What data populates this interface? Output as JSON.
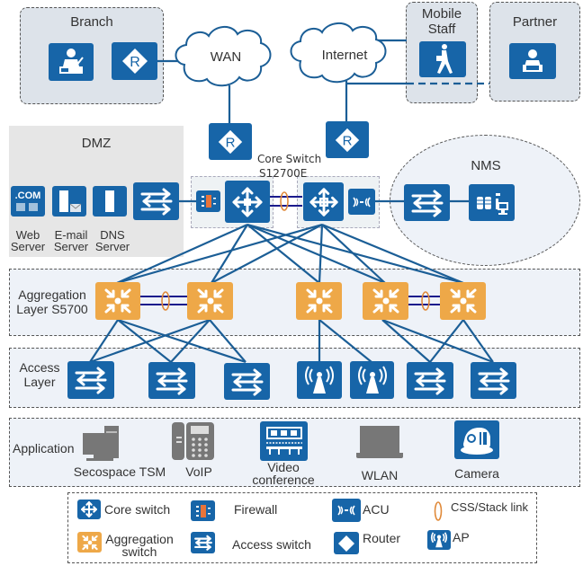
{
  "colors": {
    "device_blue": "#1765a8",
    "aggregation_orange": "#eea848",
    "link_blue": "#1b5e96",
    "stack_link_navy": "#1a1a8c",
    "stack_ring": "#e08a3a",
    "zone_fill": "#eef2f8",
    "dmz_fill": "#e6e6e6",
    "app_gray": "#777777"
  },
  "top": {
    "branch": {
      "title": "Branch"
    },
    "wan": {
      "label": "WAN"
    },
    "internet": {
      "label": "Internet"
    },
    "mobile_staff": {
      "title": "Mobile Staff",
      "title_line1": "Mobile",
      "title_line2": "Staff"
    },
    "partner": {
      "title": "Partner"
    }
  },
  "dmz": {
    "title": "DMZ",
    "servers": [
      {
        "name": "Web Server",
        "line1": "Web",
        "line2": "Server",
        "icon_text": ".COM"
      },
      {
        "name": "E-mail Server",
        "line1": "E-mail",
        "line2": "Server"
      },
      {
        "name": "DNS Server",
        "line1": "DNS",
        "line2": "Server"
      }
    ]
  },
  "core": {
    "label_line1": "Core Switch",
    "label_line2": "S12700E"
  },
  "nms": {
    "title": "NMS"
  },
  "layers": {
    "aggregation": {
      "line1": "Aggregation",
      "line2": "Layer S5700"
    },
    "access": {
      "line1": "Access",
      "line2": "Layer"
    },
    "application": {
      "label": "Application"
    }
  },
  "applications": [
    {
      "label": "Secospace TSM"
    },
    {
      "label": "VoIP"
    },
    {
      "label_line1": "Video",
      "label_line2": "conference"
    },
    {
      "label": "WLAN"
    },
    {
      "label": "Camera"
    }
  ],
  "legend": {
    "items": [
      {
        "icon": "core-switch-icon",
        "label": "Core switch"
      },
      {
        "icon": "firewall-icon",
        "label": "Firewall"
      },
      {
        "icon": "acu-icon",
        "label": "ACU"
      },
      {
        "icon": "stack-link-icon",
        "label": "CSS/Stack link"
      },
      {
        "icon": "aggregation-switch-icon",
        "label_line1": "Aggregation",
        "label_line2": "switch"
      },
      {
        "icon": "access-switch-icon",
        "label": "Access switch"
      },
      {
        "icon": "router-icon",
        "label": "Router"
      },
      {
        "icon": "ap-icon",
        "label": "AP"
      }
    ]
  }
}
